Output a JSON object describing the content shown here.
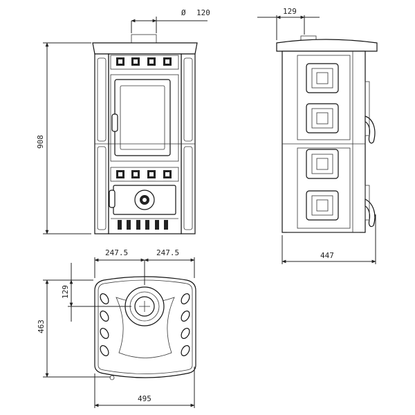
{
  "dimensions": {
    "flue_diameter_symbol": "Ø",
    "flue_diameter": "120",
    "flue_offset_side": "129",
    "height": "908",
    "depth_side": "447",
    "half_width_left": "247.5",
    "half_width_right": "247.5",
    "flue_offset_top": "129",
    "depth_top": "463",
    "width": "495"
  }
}
